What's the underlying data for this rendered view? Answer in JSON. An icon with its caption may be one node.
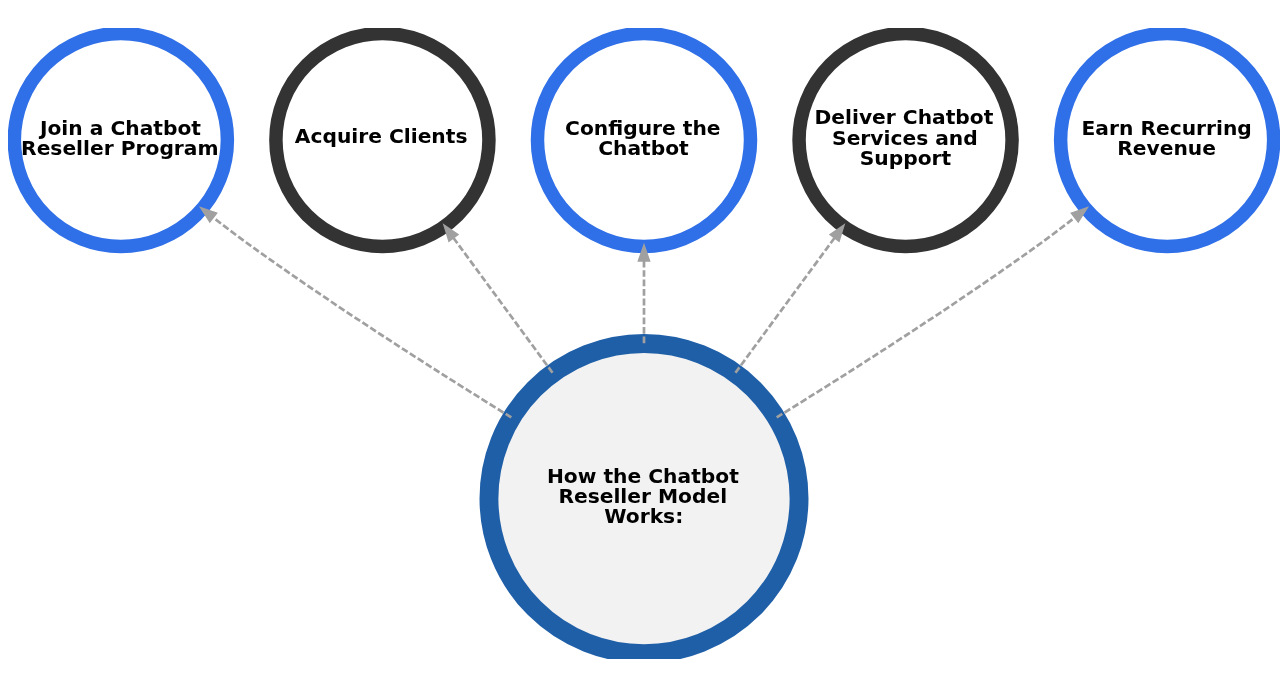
{
  "diagram": {
    "nodes": [
      {
        "text": [
          "Configure the Chatbot"
        ]
      },
      {
        "text": [
          "Acquire Clients"
        ]
      },
      {
        "text": [
          "Deliver Chatbot Services and Support"
        ]
      },
      {
        "text": [
          "How the Chatbot Reseller Model Works:"
        ]
      },
      {
        "text": [
          "Join a Chatbot Reseller Program"
        ]
      },
      {
        "text": [
          "Earn Recurring Revenue"
        ]
      }
    ],
    "edges": [
      {
        "from": 3,
        "to": 4,
        "arrow": "to",
        "style": "dashed"
      },
      {
        "from": 3,
        "to": 1,
        "arrow": "to",
        "style": "dashed"
      },
      {
        "from": 3,
        "to": 0,
        "arrow": "to",
        "style": "dashed"
      },
      {
        "from": 3,
        "to": 2,
        "arrow": "to",
        "style": "dashed"
      },
      {
        "from": 3,
        "to": 5,
        "arrow": "to",
        "style": "dashed"
      }
    ]
  }
}
